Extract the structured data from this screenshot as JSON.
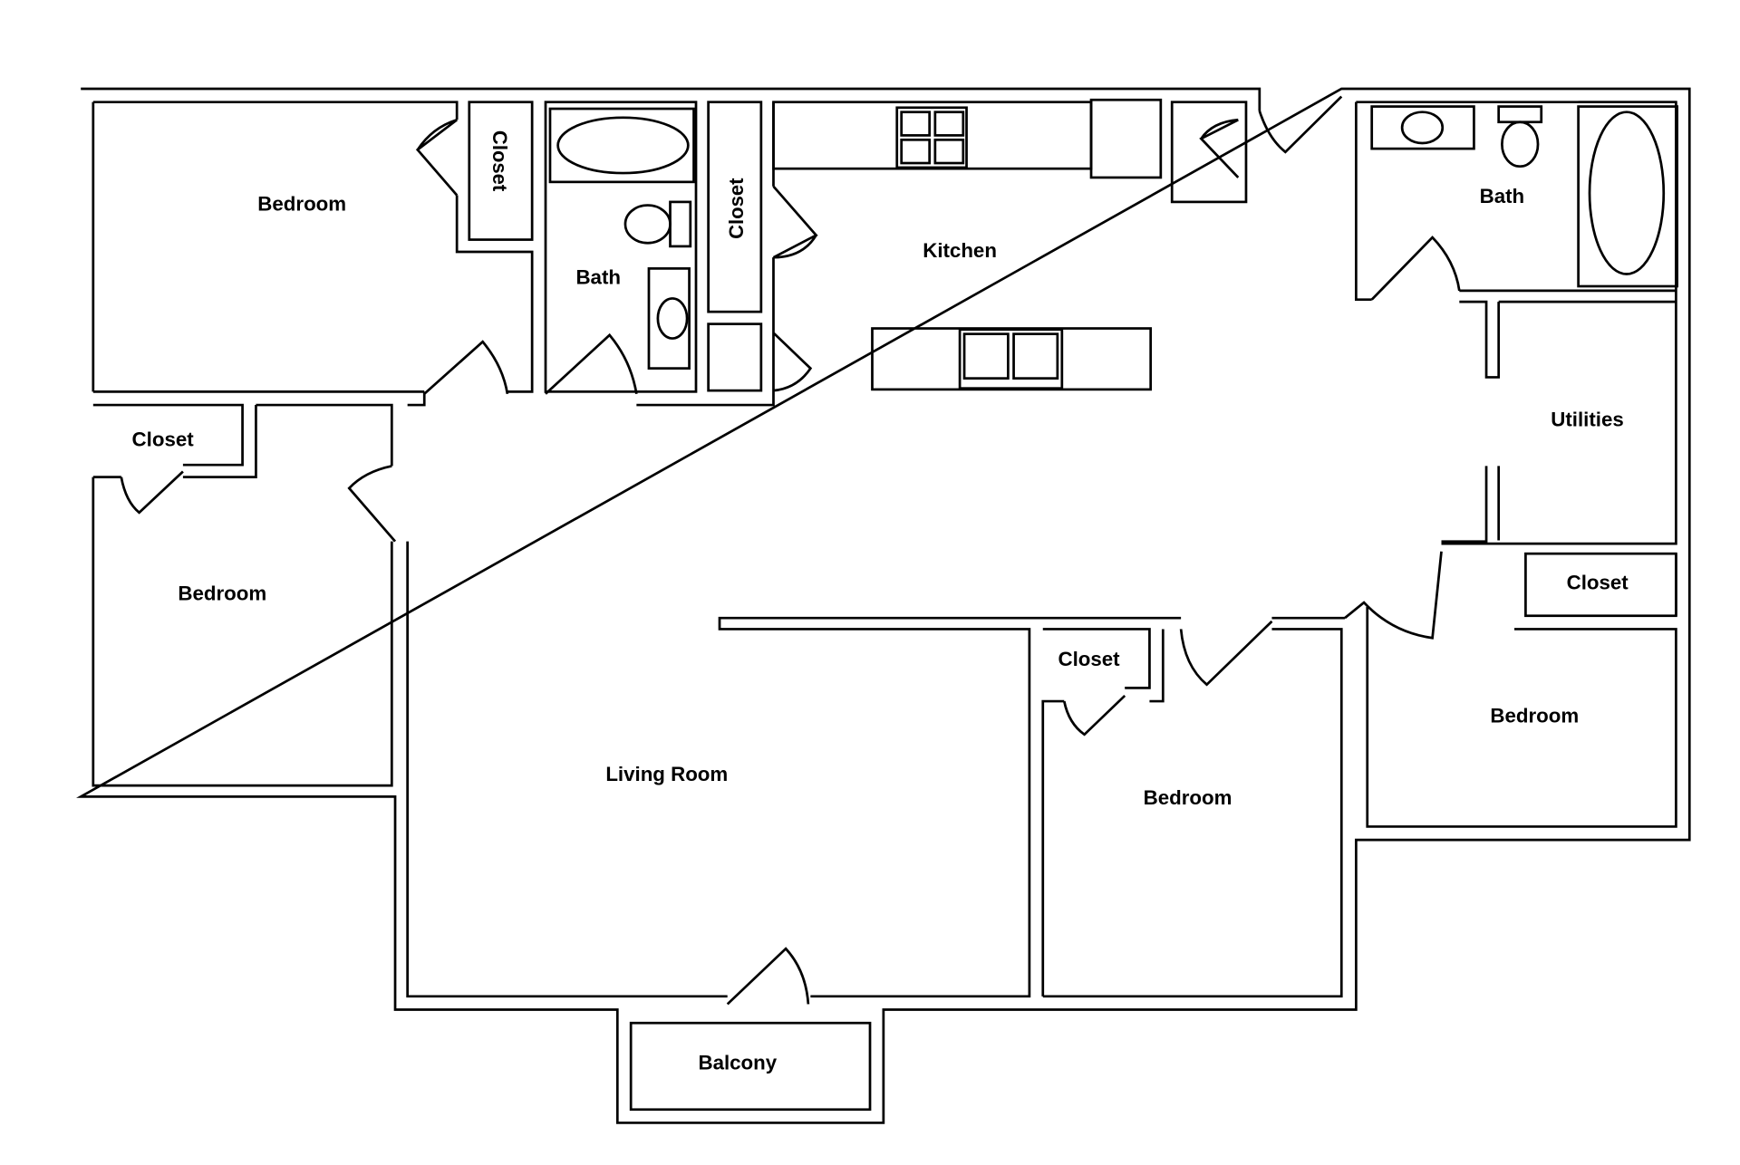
{
  "floorplan": {
    "rooms": {
      "bedroom_top_left": "Bedroom",
      "closet_top_left": "Closet",
      "bath_left": "Bath",
      "closet_hall": "Closet",
      "kitchen": "Kitchen",
      "bath_right": "Bath",
      "utilities": "Utilities",
      "closet_left": "Closet",
      "bedroom_left": "Bedroom",
      "closet_right": "Closet",
      "closet_mid": "Closet",
      "bedroom_right": "Bedroom",
      "bedroom_mid": "Bedroom",
      "living_room": "Living Room",
      "balcony": "Balcony"
    }
  }
}
